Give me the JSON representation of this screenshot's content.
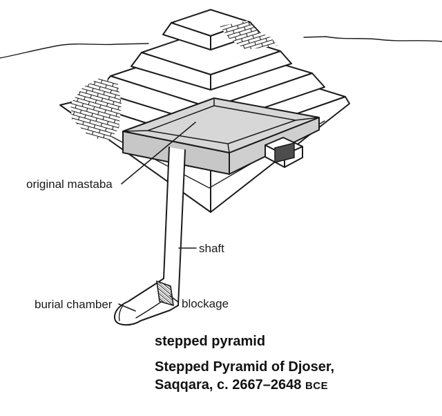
{
  "diagram": {
    "labels": {
      "original_mastaba": "original mastaba",
      "shaft": "shaft",
      "burial_chamber": "burial chamber",
      "blockage": "blockage"
    },
    "caption": {
      "line1": "stepped pyramid",
      "line2": "Stepped Pyramid of Djoser,",
      "line3_main": "Saqqara, c. 2667–2648 ",
      "line3_era": "BCE"
    },
    "colors": {
      "line": "#1a1a1a",
      "background": "#ffffff",
      "mastaba_top": "#d7d7d7",
      "mastaba_side_left": "#c7c7c7",
      "mastaba_side_right": "#cfcfcf",
      "entrance_dark": "#4d4d4d"
    }
  }
}
